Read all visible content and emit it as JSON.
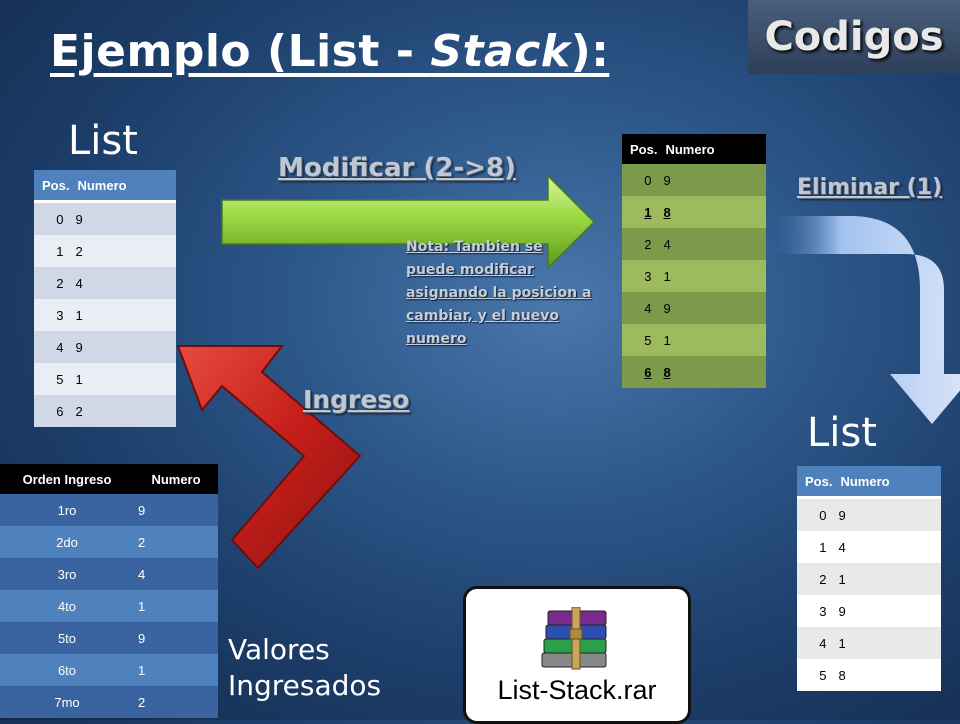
{
  "header": {
    "badge": "Codigos",
    "title_prefix": "Ejemplo (List - ",
    "title_italic": "Stack",
    "title_suffix": "):"
  },
  "labels": {
    "list_top": "List",
    "list_bottom": "List",
    "modificar": "Modificar (2->8)",
    "eliminar": "Eliminar (1)",
    "ingreso": "Ingreso",
    "nota": "Nota: Tambien se puede modificar asignando la posicion a cambiar, y el nuevo numero",
    "valores_line1": "Valores",
    "valores_line2": "Ingresados"
  },
  "list_table": {
    "headers": [
      "Pos.",
      "Numero"
    ],
    "rows": [
      [
        "0",
        "9"
      ],
      [
        "1",
        "2"
      ],
      [
        "2",
        "4"
      ],
      [
        "3",
        "1"
      ],
      [
        "4",
        "9"
      ],
      [
        "5",
        "1"
      ],
      [
        "6",
        "2"
      ]
    ]
  },
  "modified_table": {
    "headers": [
      "Pos.",
      "Numero"
    ],
    "rows": [
      [
        "0",
        "9"
      ],
      [
        "1",
        "8"
      ],
      [
        "2",
        "4"
      ],
      [
        "3",
        "1"
      ],
      [
        "4",
        "9"
      ],
      [
        "5",
        "1"
      ],
      [
        "6",
        "8"
      ]
    ]
  },
  "deleted_table": {
    "headers": [
      "Pos.",
      "Numero"
    ],
    "rows": [
      [
        "0",
        "9"
      ],
      [
        "1",
        "4"
      ],
      [
        "2",
        "1"
      ],
      [
        "3",
        "9"
      ],
      [
        "4",
        "1"
      ],
      [
        "5",
        "8"
      ]
    ]
  },
  "ingreso_table": {
    "headers": [
      "Orden Ingreso",
      "Numero"
    ],
    "rows": [
      [
        "1ro",
        "9"
      ],
      [
        "2do",
        "2"
      ],
      [
        "3ro",
        "4"
      ],
      [
        "4to",
        "1"
      ],
      [
        "5to",
        "9"
      ],
      [
        "6to",
        "1"
      ],
      [
        "7mo",
        "2"
      ]
    ]
  },
  "file": {
    "name": "List-Stack.rar",
    "icon": "winrar-archive-icon"
  },
  "colors": {
    "green_arrow": "#8ccc3c",
    "red_arrow": "#c0201c",
    "blue_arrow": "#9fc1f2"
  }
}
